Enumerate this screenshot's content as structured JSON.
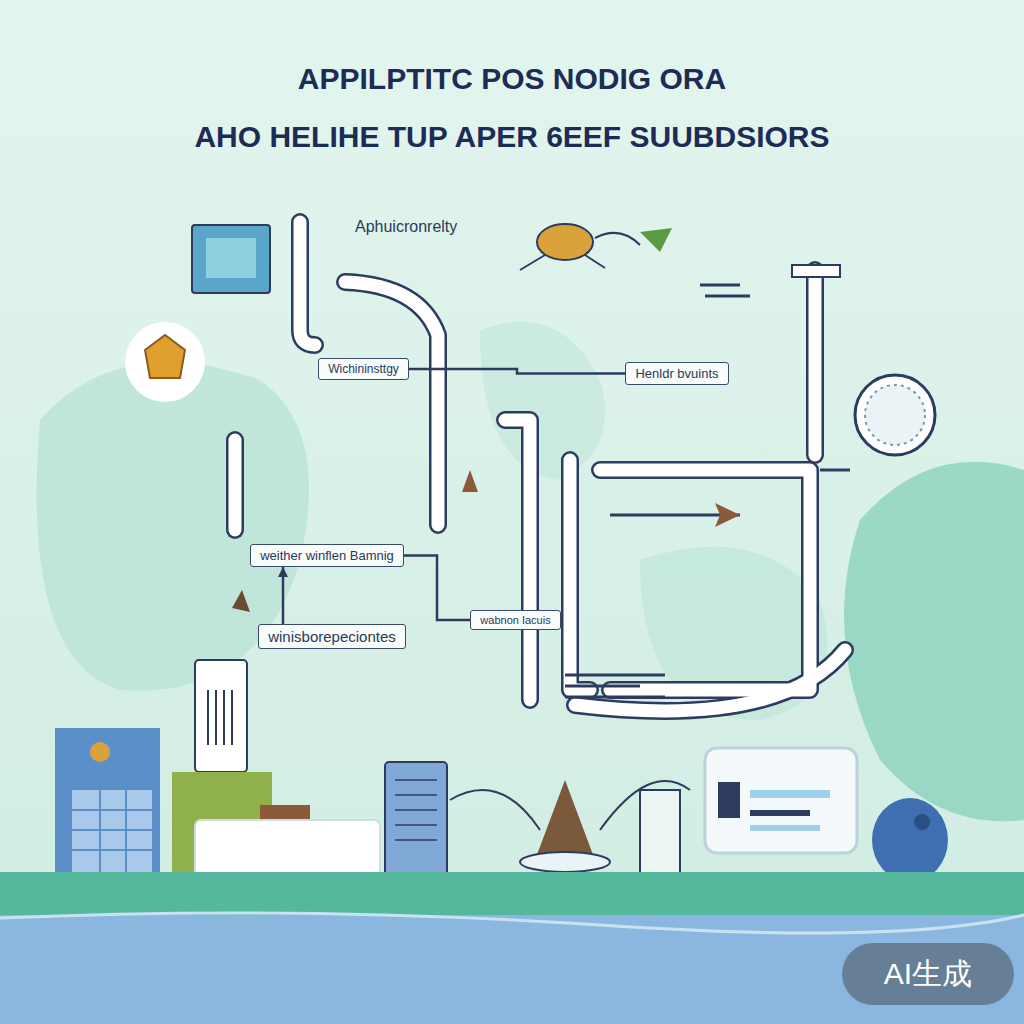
{
  "diagram": {
    "title": "APPILPTITC POS NODIG ORA",
    "nodes": [
      {
        "text": [
          "Wichininsttgy"
        ]
      },
      {
        "text": [
          "Henldr bvuints"
        ]
      },
      {
        "text": [
          "weither winflen Bamnig"
        ]
      },
      {
        "text": [
          "wabnon Iacuis"
        ]
      },
      {
        "text": [
          "winisborepeciontes"
        ]
      }
    ],
    "edges": [
      {
        "from": 0,
        "to": 1,
        "arrow": "none"
      },
      {
        "from": 2,
        "to": 3,
        "arrow": "none"
      },
      {
        "from": 4,
        "to": 2,
        "arrow": "to"
      }
    ],
    "labels": [
      "AHO HELIHE TUP APER 6EEF SUUBDSIORS",
      "Aphuicronrelty",
      "AI生成"
    ]
  }
}
